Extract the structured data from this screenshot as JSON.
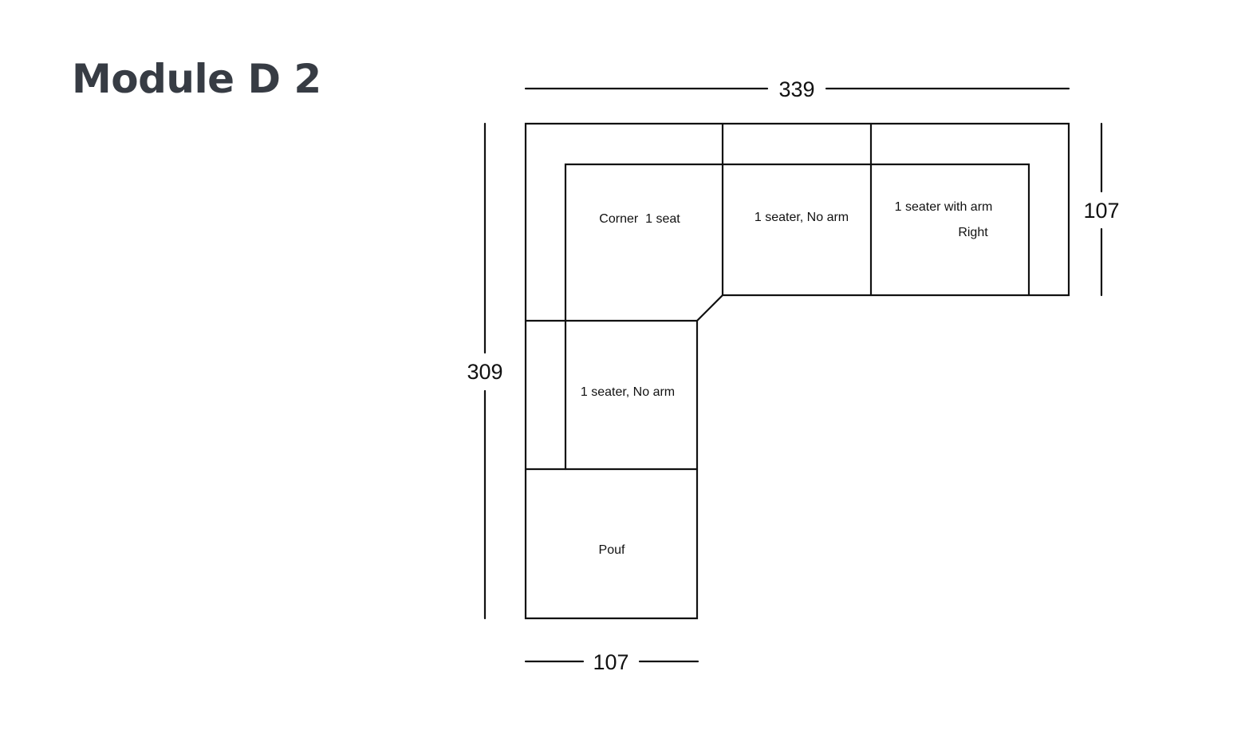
{
  "title": "Module D 2",
  "dimensions": {
    "total_width": "339",
    "total_depth": "309",
    "right_depth": "107",
    "bottom_width": "107"
  },
  "seats": {
    "corner": "Corner  1 seat",
    "top_middle": "1 seater, No arm",
    "top_right_line1": "1 seater with arm",
    "top_right_line2": "Right",
    "left_middle": "1 seater, No arm",
    "pouf": "Pouf"
  },
  "colors": {
    "title": "#373c44",
    "line": "#111111",
    "background": "#ffffff"
  }
}
